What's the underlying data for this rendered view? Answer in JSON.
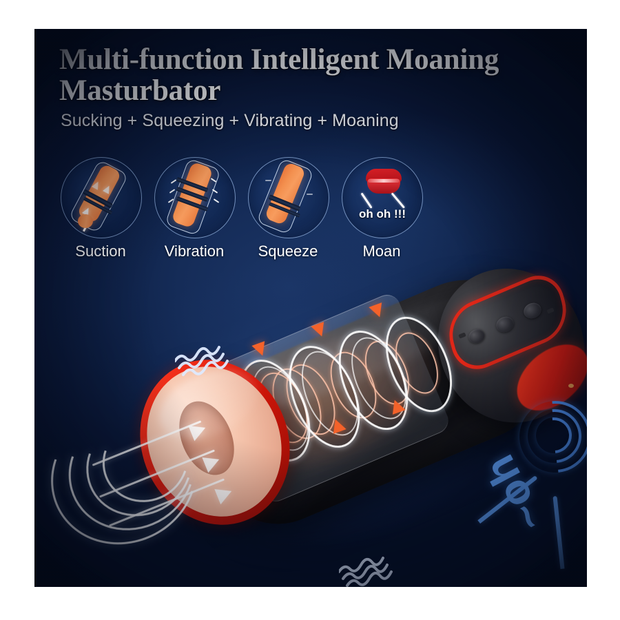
{
  "panel": {
    "background_color": "#0e2045",
    "accent_orange": "#f4622a",
    "accent_red": "#d81709",
    "accent_blue": "#5b9bf0",
    "text_color": "#ffffff"
  },
  "header": {
    "title": "Multi-function Intelligent Moaning Masturbator",
    "subtitle": "Sucking + Squeezing + Vibrating + Moaning"
  },
  "features": [
    {
      "label": "Suction",
      "icon": "suction-icon"
    },
    {
      "label": "Vibration",
      "icon": "vibration-icon"
    },
    {
      "label": "Squeeze",
      "icon": "squeeze-icon"
    },
    {
      "label": "Moan",
      "icon": "moan-lips-icon",
      "callout": "oh oh !!!"
    }
  ],
  "product": {
    "name": "masturbator-cutaway-illustration",
    "body_color": "#17171b",
    "rim_color": "#d81709",
    "sleeve_color": "#f6c6ae",
    "controls": {
      "outline_color": "#e02718",
      "button_count": 3
    }
  },
  "sound_effect": {
    "text": "~oh",
    "color": "#5b9bf0",
    "wave_arcs": 3
  }
}
